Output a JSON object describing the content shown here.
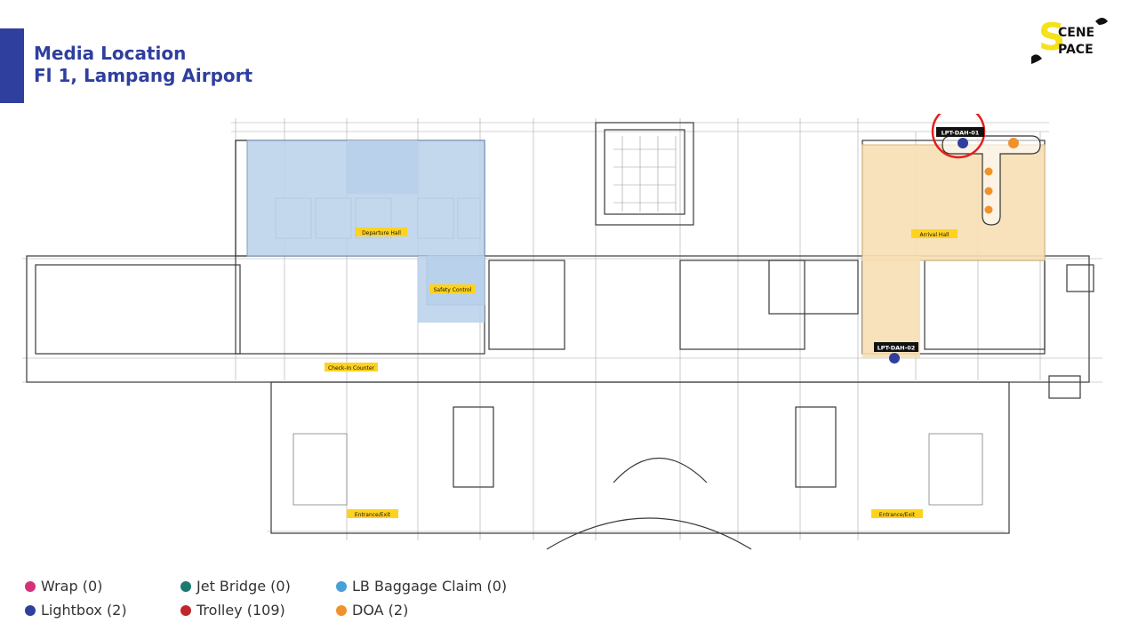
{
  "title": {
    "line1": "Media Location",
    "line2": "Fl 1, Lampang Airport"
  },
  "logo": {
    "top": "CENE",
    "bottom": "PACE",
    "letter": "S",
    "color": "#f5e21a"
  },
  "colors": {
    "departure": "#b9d0ea",
    "arrival": "#f7dfb4",
    "lightbox": "#2f3f9e",
    "doa": "#f0922b",
    "highlight": "#e02020",
    "label_bg": "#111111",
    "zone_label_bg": "#ffd21f"
  },
  "zones": {
    "departure_hall": "Departure Hall",
    "safety_control": "Safety Control",
    "checkin_counter": "Check-In Counter",
    "arrival_hall": "Arrival Hall",
    "entrance_left": "Entrance/Exit",
    "entrance_right": "Entrance/Exit"
  },
  "markers": {
    "lpt_dah_01": "LPT-DAH-01",
    "lpt_dah_02": "LPT-DAH-02"
  },
  "legend": [
    {
      "label": "Wrap (0)",
      "color": "#d6307a"
    },
    {
      "label": "Jet Bridge (0)",
      "color": "#1d7a73"
    },
    {
      "label": "LB Baggage Claim (0)",
      "color": "#4a9fd8"
    },
    {
      "label": "Lightbox (2)",
      "color": "#2f3f9e"
    },
    {
      "label": "Trolley (109)",
      "color": "#c0262d"
    },
    {
      "label": "DOA (2)",
      "color": "#f0922b"
    }
  ]
}
